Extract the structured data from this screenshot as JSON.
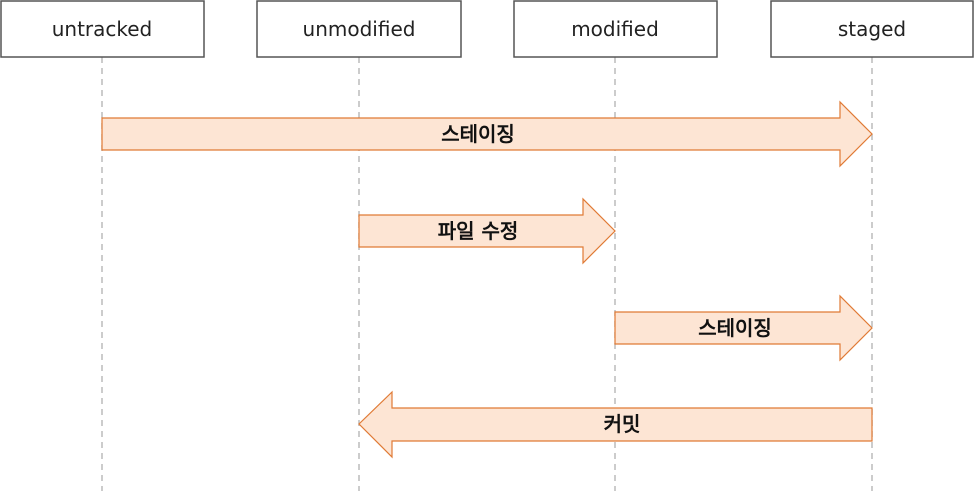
{
  "diagram": {
    "states": [
      {
        "id": "untracked",
        "label": "untracked"
      },
      {
        "id": "unmodified",
        "label": "unmodified"
      },
      {
        "id": "modified",
        "label": "modified"
      },
      {
        "id": "staged",
        "label": "staged"
      }
    ],
    "transitions": [
      {
        "from": "untracked",
        "to": "staged",
        "label": "스테이징"
      },
      {
        "from": "unmodified",
        "to": "modified",
        "label": "파일 수정"
      },
      {
        "from": "modified",
        "to": "staged",
        "label": "스테이징"
      },
      {
        "from": "staged",
        "to": "unmodified",
        "label": "커밋"
      }
    ]
  },
  "colors": {
    "arrow_fill": "#fde5d4",
    "arrow_stroke": "#e07a35",
    "box_stroke": "#555555",
    "lifeline": "#bbbbbb"
  }
}
